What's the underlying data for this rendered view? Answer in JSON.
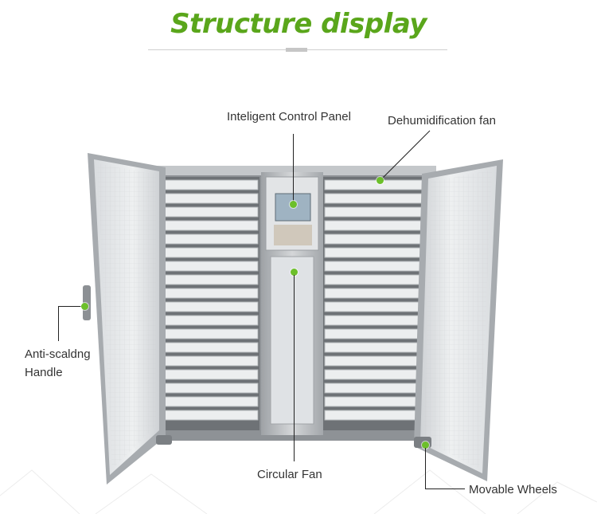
{
  "title": "Structure display",
  "labels": {
    "control_panel": "Inteligent Control Panel",
    "dehumid_fan": "Dehumidification fan",
    "handle_line1": "Anti-scaldng",
    "handle_line2": "Handle",
    "circular_fan": "Circular Fan",
    "wheels": "Movable Wheels"
  },
  "colors": {
    "accent_green": "#5aa61b",
    "marker_green": "#6cbf2a",
    "steel": "#b9bcbf"
  },
  "tray_rows_per_side": 18
}
